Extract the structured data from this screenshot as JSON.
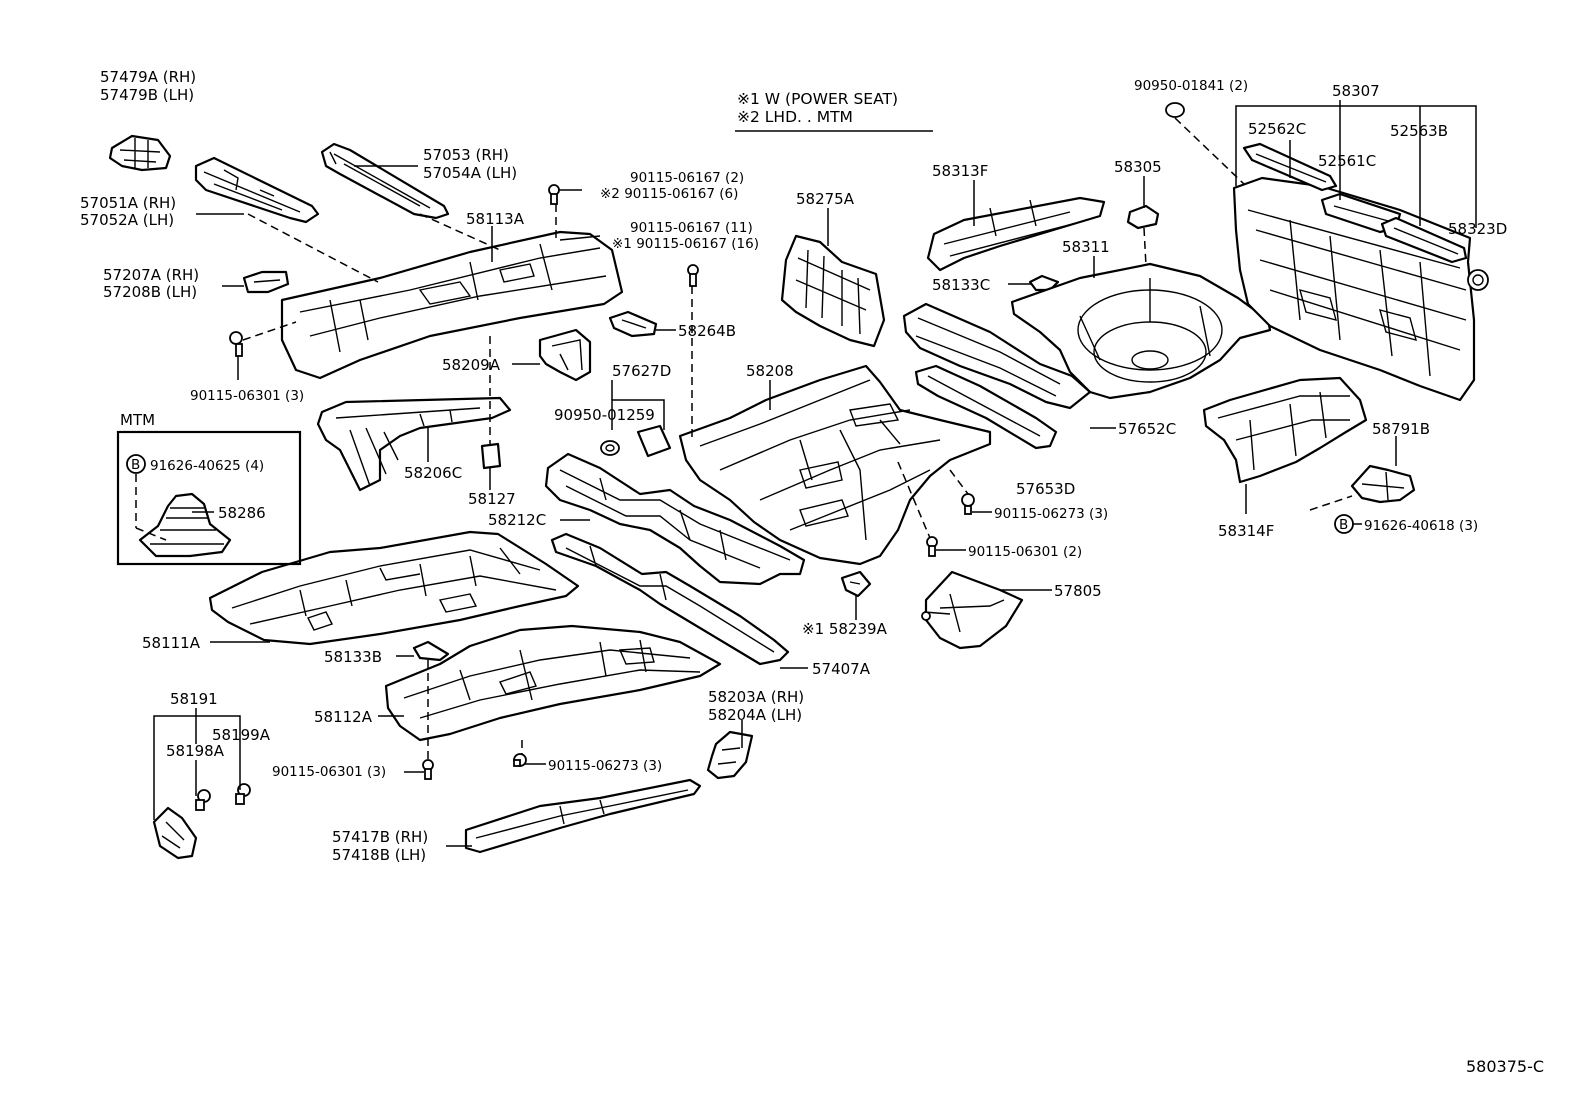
{
  "legend": {
    "note1": "※1 W (POWER SEAT)",
    "note2": "※2 LHD. . MTM"
  },
  "inset_title": "MTM",
  "diagram_code": "580375-C",
  "labels": [
    {
      "id": "l57479a",
      "text": "57479A (RH)"
    },
    {
      "id": "l57479b",
      "text": "57479B (LH)"
    },
    {
      "id": "l57051a",
      "text": "57051A (RH)"
    },
    {
      "id": "l57052a",
      "text": "57052A (LH)"
    },
    {
      "id": "l57053",
      "text": "57053  (RH)"
    },
    {
      "id": "l57054a",
      "text": "57054A (LH)"
    },
    {
      "id": "l58113a",
      "text": "58113A"
    },
    {
      "id": "l57207a",
      "text": "57207A (RH)"
    },
    {
      "id": "l57208b",
      "text": "57208B (LH)"
    },
    {
      "id": "l90115_06301_3a",
      "text": "90115-06301 (3)"
    },
    {
      "id": "l90115_06167_2",
      "text": "90115-06167 (2)"
    },
    {
      "id": "l90115_06167_6",
      "text": "※2 90115-06167 (6)"
    },
    {
      "id": "l90115_06167_11",
      "text": "90115-06167 (11)"
    },
    {
      "id": "l90115_06167_16",
      "text": "※1 90115-06167 (16)"
    },
    {
      "id": "l58264b",
      "text": "58264B"
    },
    {
      "id": "l58209a",
      "text": "58209A"
    },
    {
      "id": "l57627d",
      "text": "57627D"
    },
    {
      "id": "l90950_01259",
      "text": "90950-01259"
    },
    {
      "id": "l58206c",
      "text": "58206C"
    },
    {
      "id": "l58127",
      "text": "58127"
    },
    {
      "id": "l58212c",
      "text": "58212C"
    },
    {
      "id": "l91626_40625",
      "text": "91626-40625 (4)"
    },
    {
      "id": "l58286",
      "text": "58286"
    },
    {
      "id": "l58111a",
      "text": "58111A"
    },
    {
      "id": "l58133b",
      "text": "58133B"
    },
    {
      "id": "l58112a",
      "text": "58112A"
    },
    {
      "id": "l90115_06301_3b",
      "text": "90115-06301 (3)"
    },
    {
      "id": "l90115_06273_3b",
      "text": "90115-06273 (3)"
    },
    {
      "id": "l58191",
      "text": "58191"
    },
    {
      "id": "l58199a",
      "text": "58199A"
    },
    {
      "id": "l58198a",
      "text": "58198A"
    },
    {
      "id": "l57417b",
      "text": "57417B (RH)"
    },
    {
      "id": "l57418b",
      "text": "57418B (LH)"
    },
    {
      "id": "l58203a",
      "text": "58203A (RH)"
    },
    {
      "id": "l58204a",
      "text": "58204A (LH)"
    },
    {
      "id": "l57407a",
      "text": "57407A"
    },
    {
      "id": "l58239a",
      "text": "※1 58239A"
    },
    {
      "id": "l57805",
      "text": "57805"
    },
    {
      "id": "l90115_06301_2",
      "text": "90115-06301 (2)"
    },
    {
      "id": "l90115_06273_3a",
      "text": "90115-06273 (3)"
    },
    {
      "id": "l58208",
      "text": "58208"
    },
    {
      "id": "l58275a",
      "text": "58275A"
    },
    {
      "id": "l58313f",
      "text": "58313F"
    },
    {
      "id": "l58305",
      "text": "58305"
    },
    {
      "id": "l58311",
      "text": "58311"
    },
    {
      "id": "l58133c",
      "text": "58133C"
    },
    {
      "id": "l57652c",
      "text": "57652C"
    },
    {
      "id": "l57653d",
      "text": "57653D"
    },
    {
      "id": "l90950_01841",
      "text": "90950-01841 (2)"
    },
    {
      "id": "l58307",
      "text": "58307"
    },
    {
      "id": "l52562c",
      "text": "52562C"
    },
    {
      "id": "l52561c",
      "text": "52561C"
    },
    {
      "id": "l52563b",
      "text": "52563B"
    },
    {
      "id": "l58323d",
      "text": "58323D"
    },
    {
      "id": "l58791b",
      "text": "58791B"
    },
    {
      "id": "l58314f",
      "text": "58314F"
    },
    {
      "id": "l91626_40618",
      "text": "91626-40618 (3)"
    }
  ]
}
